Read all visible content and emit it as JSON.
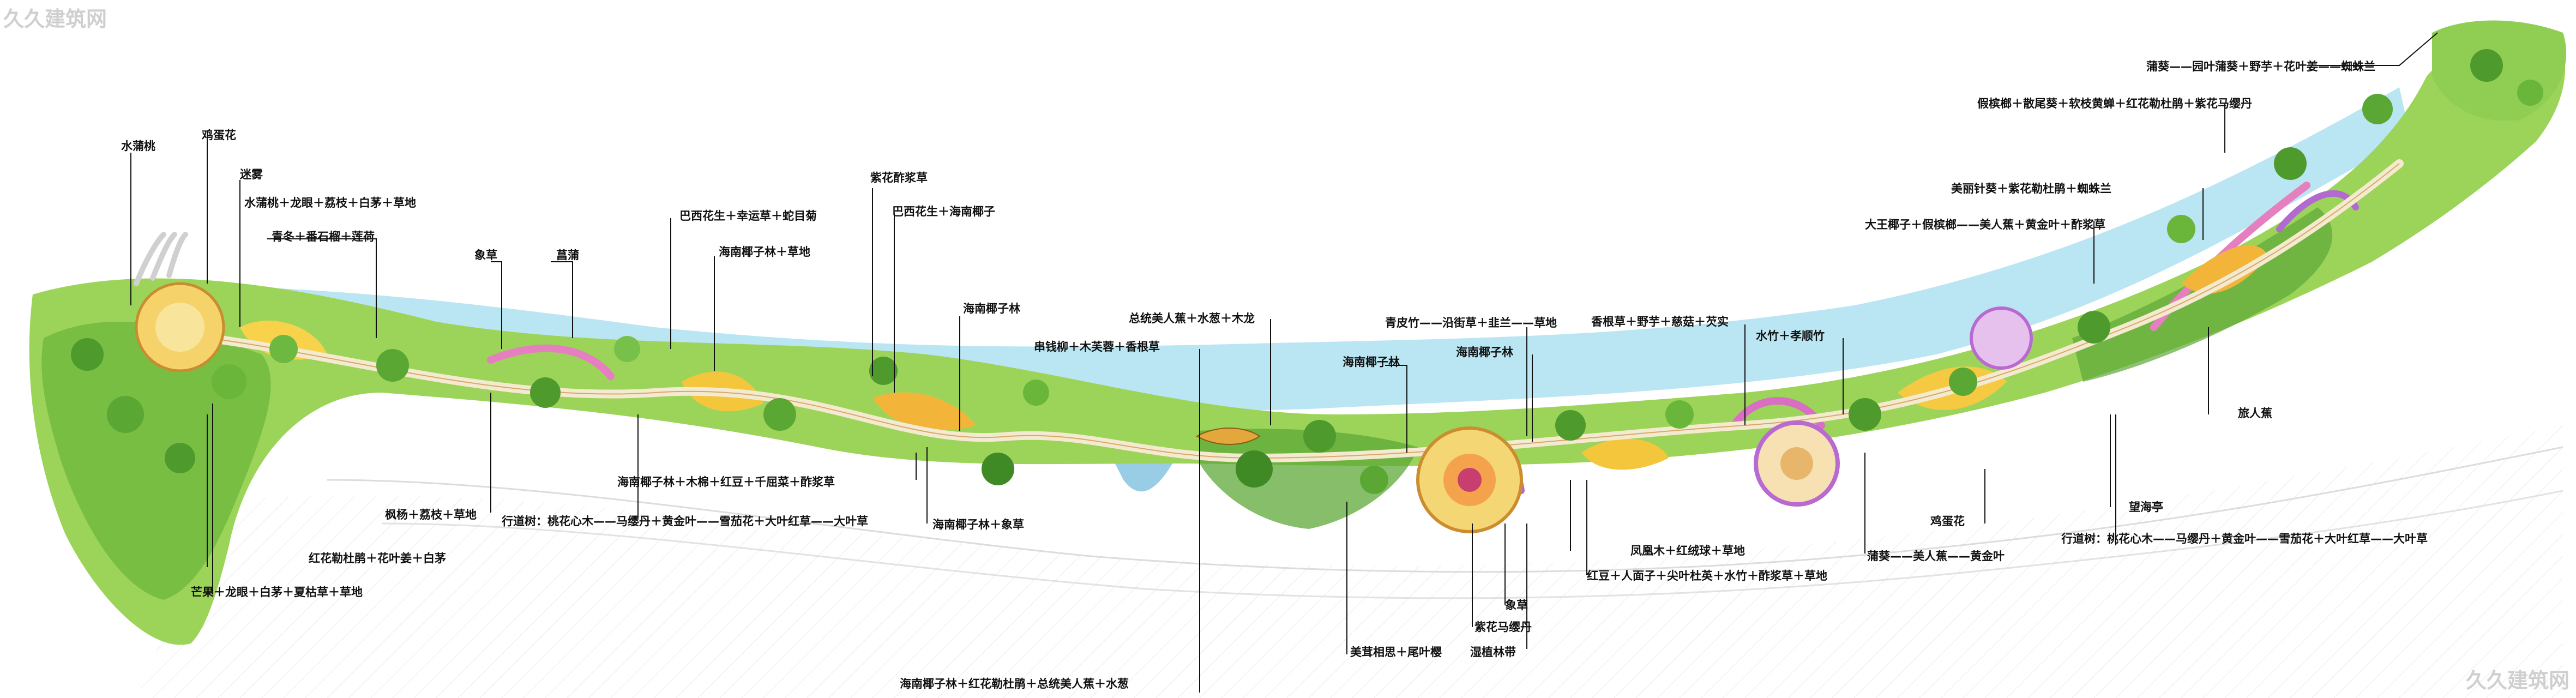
{
  "watermark": {
    "top_left": "久久建筑网",
    "bottom_right": "久久建筑网"
  },
  "labels": {
    "shui_pu_tao": "水蒲桃",
    "ji_dan_hua_1": "鸡蛋花",
    "mi_wu": "迷雾",
    "shui_pu_tao_long_yan": "水蒲桃＋龙眼＋荔枝＋白茅＋草地",
    "qing_dong": "青冬＋番石榴＋莲荷",
    "xiang_cao": "象草",
    "chang_pu_1": "菖蒲",
    "ba_xi_hua_sheng_1": "巴西花生＋幸运草＋蛇目菊",
    "hai_nan_ye_zi_cao_di": "海南椰子林＋草地",
    "zi_hua_jiu_jiang_cao": "紫花酢浆草",
    "ba_xi_hua_sheng_2": "巴西花生＋海南椰子",
    "hai_nan_ye_zi_lin_1": "海南椰子林",
    "zong_lv_mei_ren_jiao": "总统美人蕉＋水葱＋木龙",
    "chui_liu": "串钱柳＋木芙蓉＋香根草",
    "hai_nan_ye_zi_lin_2": "海南椰子林",
    "qing_pi_zhu": "青皮竹——沿街草＋韭兰——草地",
    "hai_nan_ye_zi_lin_3": "海南椰子林",
    "xiang_gen_cao": "香根草＋野芋＋慈菇＋芡实",
    "shui_zhu": "水竹＋孝顺竹",
    "pu_kui_top": "蒲葵——园叶蒲葵＋野芋＋花叶姜——蜘蛛兰",
    "jia_bin_lang": "假槟榔＋散尾葵＋软枝黄蝉＋红花勒杜鹃＋紫花马缨丹",
    "mei_li_zhen_kui": "美丽针葵＋紫花勒杜鹃＋蜘蛛兰",
    "da_wang_ye_zi": "大王椰子＋假槟榔——美人蕉＋黄金叶＋酢浆草",
    "lv_ren_jiao": "旅人蕉",
    "feng_yang": "枫杨＋荔枝＋草地",
    "hai_nan_mu_mian": "海南椰子林＋木棉＋红豆＋千屈菜＋酢浆草",
    "xing_dao_shu_1": "行道树：桃花心木——马缨丹＋黄金叶——雪茄花＋大叶红草——大叶草",
    "hai_nan_xiang_cao": "海南椰子林＋象草",
    "hong_hua_le_du_juan": "红花勒杜鹃＋花叶姜＋白茅",
    "mang_guo": "芒果＋龙眼＋白茅＋夏枯草＋草地",
    "hai_nan_hong_hua": "海南椰子林＋红花勒杜鹃＋总统美人蕉＋水葱",
    "mei_rong_xiang_si": "美茸相思＋尾叶樱",
    "zi_hua_ma_ying_dan": "紫花马缨丹",
    "xiang_cao_2": "象草",
    "shi_zhi_lin_dai": "湿植林带",
    "feng_huang_mu": "凤凰木＋红绒球＋草地",
    "hong_dou_ren_mian_zi": "红豆＋人面子＋尖叶杜英＋水竹＋酢浆草＋草地",
    "ji_dan_hua_2": "鸡蛋花",
    "pu_kui_mei_ren_jiao": "蒲葵——美人蕉——黄金叶",
    "xing_dao_shu_2": "行道树：桃花心木——马缨丹＋黄金叶——雪茄花＋大叶红草——大叶草",
    "wang_hai_ting": "望海亭"
  }
}
